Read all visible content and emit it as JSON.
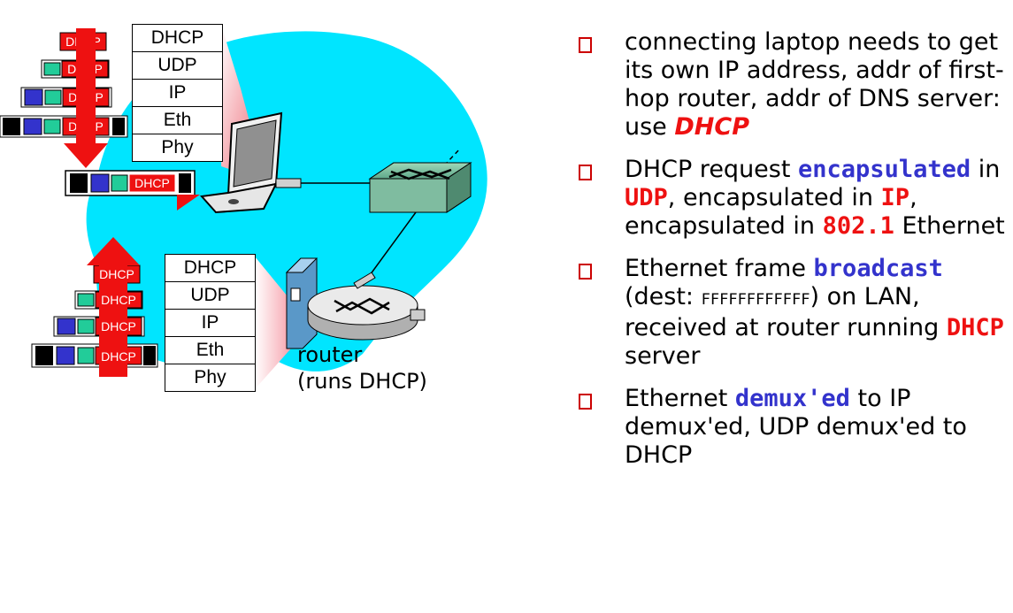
{
  "top_stack": [
    "DHCP",
    "UDP",
    "IP",
    "Eth",
    "Phy"
  ],
  "bottom_stack": [
    "DHCP",
    "UDP",
    "IP",
    "Eth",
    "Phy"
  ],
  "packet_label": "DHCP",
  "top_packet_labels": [
    "DHCP",
    "DHCP",
    "DHCP",
    "DHCP"
  ],
  "bottom_packet_labels": [
    "DHCP",
    "DHCP",
    "DHCP",
    "DHCP"
  ],
  "frame_label": "DHCP",
  "router_label_line1": "router",
  "router_label_line2": "(runs DHCP)",
  "colors": {
    "cloud": "#00e5ff",
    "arrow": "#ee1111",
    "udp_box": "#22cc99",
    "ip_box": "#3333cc",
    "eth_box": "#000000",
    "bullet_box": "#cc0000",
    "accent_blue": "#3333cc",
    "accent_red": "#ee1111"
  },
  "bullets": [
    [
      {
        "t": "connecting laptop needs to get its own IP address, addr of first-hop router, addr of DNS server: use ",
        "s": "plain"
      },
      {
        "t": "DHCP",
        "s": "redi"
      }
    ],
    [
      {
        "t": "DHCP request ",
        "s": "plain"
      },
      {
        "t": "encapsulated",
        "s": "blue"
      },
      {
        "t": " in ",
        "s": "plain"
      },
      {
        "t": "UDP",
        "s": "red"
      },
      {
        "t": ", encapsulated in ",
        "s": "plain"
      },
      {
        "t": "IP",
        "s": "red"
      },
      {
        "t": ", encapsulated in ",
        "s": "plain"
      },
      {
        "t": "802.1",
        "s": "red"
      },
      {
        "t": " Ethernet",
        "s": "plain"
      }
    ],
    [
      {
        "t": "Ethernet frame ",
        "s": "plain"
      },
      {
        "t": "broadcast",
        "s": "blue"
      },
      {
        "t": " (dest: ",
        "s": "plain"
      },
      {
        "t": "FFFFFFFFFFFF",
        "s": "mono"
      },
      {
        "t": ") on LAN, received at router running ",
        "s": "plain"
      },
      {
        "t": "DHCP",
        "s": "red"
      },
      {
        "t": " server",
        "s": "plain"
      }
    ],
    [
      {
        "t": "Ethernet ",
        "s": "plain"
      },
      {
        "t": "demux'ed",
        "s": "blue"
      },
      {
        "t": " to IP demux'ed, UDP demux'ed to DHCP",
        "s": "plain"
      }
    ]
  ]
}
